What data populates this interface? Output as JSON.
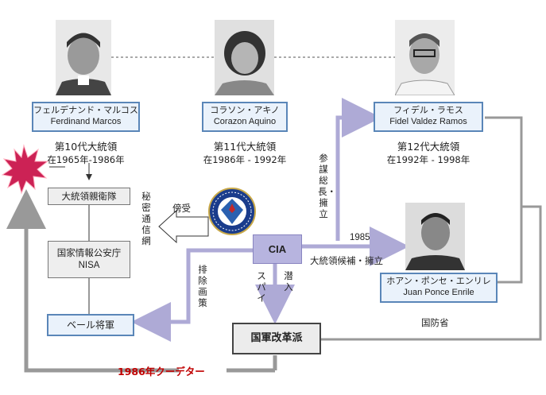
{
  "people": {
    "marcos": {
      "name_jp": "フェルデナンド・マルコス",
      "name_en": "Ferdinand Marcos",
      "title": "第10代大統領",
      "term": "在1965年-1986年"
    },
    "aquino": {
      "name_jp": "コラソン・アキノ",
      "name_en": "Corazon Aquino",
      "title": "第11代大統領",
      "term": "在1986年 - 1992年"
    },
    "ramos": {
      "name_jp": "フィデル・ラモス",
      "name_en": "Fidel Valdez Ramos",
      "title": "第12代大統領",
      "term": "在1992年 - 1998年"
    },
    "enrile": {
      "name_jp": "ホアン・ポンセ・エンリレ",
      "name_en": "Juan Ponce Enrile",
      "role": "国防省"
    }
  },
  "boxes": {
    "guard": "大統領親衛隊",
    "nisa_jp": "国家情報公安庁",
    "nisa_en": "NISA",
    "ver": "ベール将軍",
    "cia": "CIA",
    "reform": "国軍改革派"
  },
  "labels": {
    "secret_network": "秘密通信網",
    "intercept": "傍受",
    "chief_of_staff": "参謀総長・擁立",
    "year_1985": "1985",
    "candidate": "大統領候補・擁立",
    "exclusion": "排除画策",
    "spy": "スパイ",
    "infiltrate": "潜入",
    "coup": "1986年クーデター"
  },
  "colors": {
    "coup_text": "#c00000",
    "arrow_purple": "#aeaad6",
    "gray_line": "#999999",
    "box_border": "#5a86b8"
  }
}
